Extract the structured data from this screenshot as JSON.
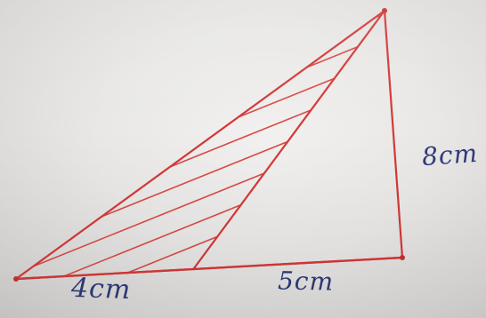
{
  "figure": {
    "ink_color": "#d43838",
    "label_color": "#2f3a7a",
    "labels": {
      "base_left": "4cm",
      "base_right": "5cm",
      "height": "8cm"
    }
  }
}
